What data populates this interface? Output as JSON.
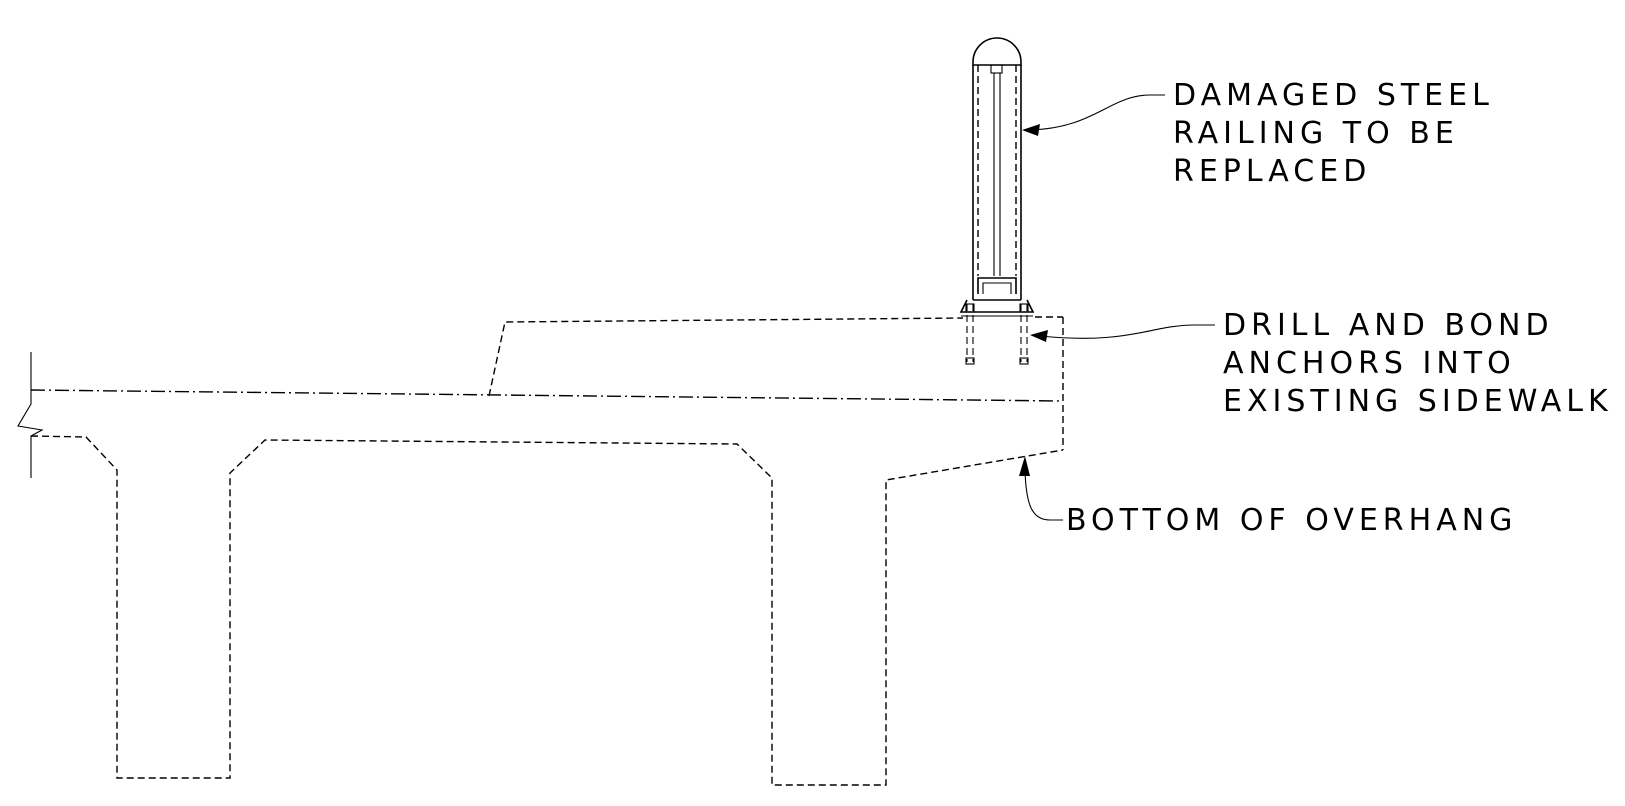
{
  "notes": {
    "railing": {
      "lines": [
        "DAMAGED STEEL",
        "RAILING TO BE",
        "REPLACED"
      ]
    },
    "anchors": {
      "lines": [
        "DRILL AND BOND",
        "ANCHORS INTO",
        "EXISTING SIDEWALK"
      ]
    },
    "overhang": {
      "lines": [
        "BOTTOM OF OVERHANG"
      ]
    }
  },
  "colors": {
    "line": "#000000",
    "background": "#ffffff"
  }
}
